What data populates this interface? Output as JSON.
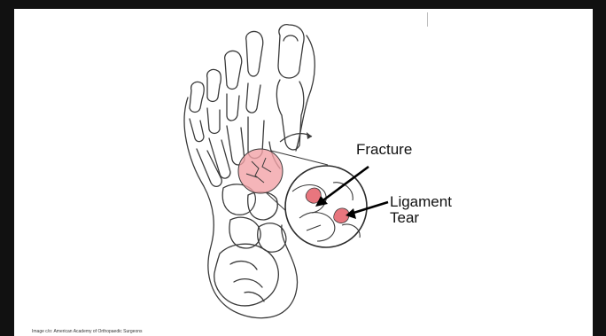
{
  "labels": {
    "fracture": "Fracture",
    "ligament_line1": "Ligament",
    "ligament_line2": "Tear"
  },
  "caption": "Image c/o: American Academy of Orthopaedic Surgeons",
  "colors": {
    "injury_highlight": "#f2a3a8",
    "injury_highlight_strong": "#e8767e",
    "line": "#3a3a3a",
    "arrow": "#000000"
  }
}
